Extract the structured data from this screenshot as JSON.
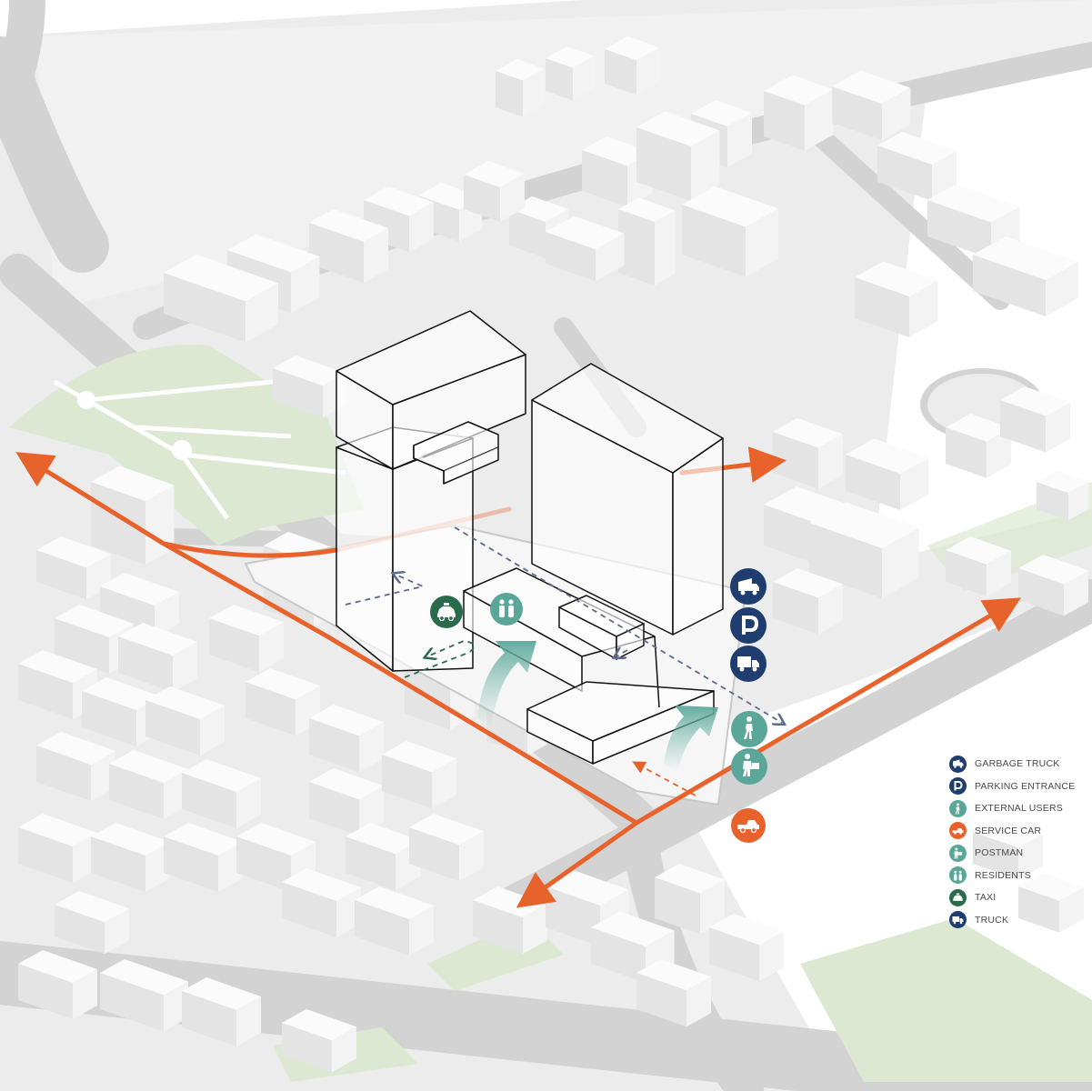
{
  "colors": {
    "navy": "#1f3d6e",
    "teal": "#5aa79a",
    "green": "#2a6b4b",
    "orange": "#e8622c",
    "park": "#dde8d2",
    "road": "#d4d4d4",
    "ground": "#ebebeb",
    "building_top": "#fbfbfb",
    "building_side": "#e4e4e4",
    "outline": "#1a1a1a",
    "flow_arrow": "#8fc2b7"
  },
  "legend": [
    {
      "label": "GARBAGE TRUCK",
      "color": "#1f3d6e",
      "icon": "garbage-truck-icon"
    },
    {
      "label": "PARKING ENTRANCE",
      "color": "#1f3d6e",
      "icon": "parking-icon"
    },
    {
      "label": "EXTERNAL USERS",
      "color": "#5aa79a",
      "icon": "pedestrian-icon"
    },
    {
      "label": "SERVICE CAR",
      "color": "#e8622c",
      "icon": "pickup-car-icon"
    },
    {
      "label": "POSTMAN",
      "color": "#5aa79a",
      "icon": "postman-icon"
    },
    {
      "label": "RESIDENTS",
      "color": "#5aa79a",
      "icon": "residents-icon"
    },
    {
      "label": "TAXI",
      "color": "#2a6b4b",
      "icon": "taxi-icon"
    },
    {
      "label": "TRUCK",
      "color": "#1f3d6e",
      "icon": "truck-icon"
    }
  ],
  "markers": [
    {
      "id": "taxi",
      "icon": "taxi-icon",
      "color": "#2a6b4b"
    },
    {
      "id": "residents",
      "icon": "residents-icon",
      "color": "#5aa79a"
    },
    {
      "id": "garbage-truck",
      "icon": "garbage-truck-icon",
      "color": "#1f3d6e"
    },
    {
      "id": "parking-entrance",
      "icon": "parking-icon",
      "color": "#1f3d6e",
      "glyph": "P"
    },
    {
      "id": "truck",
      "icon": "truck-icon",
      "color": "#1f3d6e"
    },
    {
      "id": "external-users",
      "icon": "pedestrian-icon",
      "color": "#5aa79a"
    },
    {
      "id": "postman",
      "icon": "postman-icon",
      "color": "#5aa79a"
    },
    {
      "id": "service-car",
      "icon": "pickup-car-icon",
      "color": "#e8622c"
    }
  ]
}
